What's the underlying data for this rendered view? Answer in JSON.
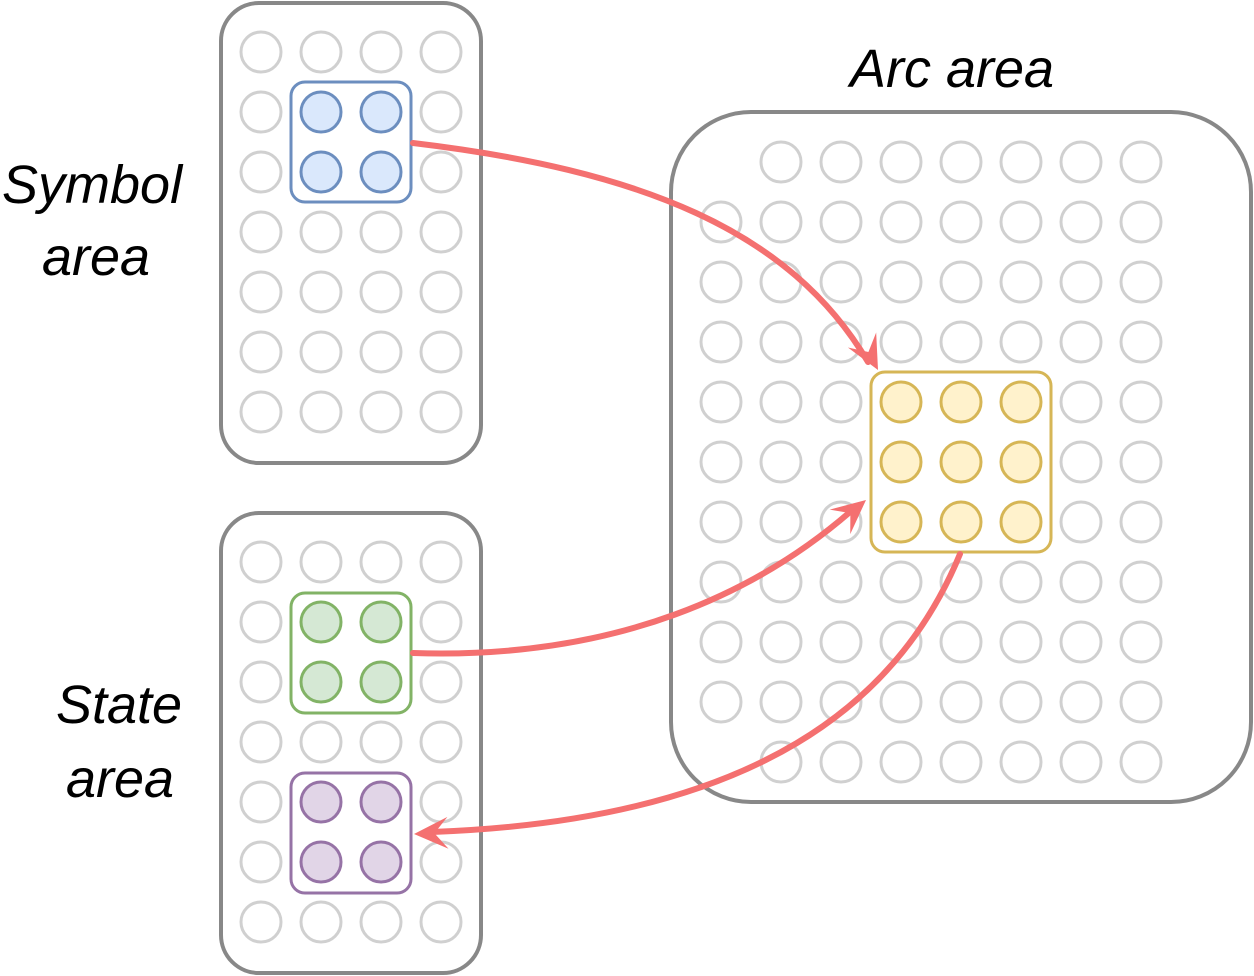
{
  "labels": {
    "symbol_line1": "Symbol",
    "symbol_line2": "area",
    "state_line1": "State",
    "state_line2": "area",
    "arc": "Arc area"
  },
  "colors": {
    "panel_border": "#888888",
    "grid_circle": "#d0d0d0",
    "arrow": "#f47070",
    "blue_fill": "#dae8fc",
    "blue_stroke": "#6c8ebf",
    "green_fill": "#d5e8d4",
    "green_stroke": "#82b366",
    "purple_fill": "#e1d5e7",
    "purple_stroke": "#9673a6",
    "yellow_fill": "#fff2cc",
    "yellow_stroke": "#d6b656"
  },
  "panels": [
    {
      "name": "symbol-area-panel",
      "cols": 4,
      "rows": 7
    },
    {
      "name": "state-area-panel",
      "cols": 4,
      "rows": 7
    },
    {
      "name": "arc-area-panel",
      "cols": 8,
      "rows": 11,
      "corner_rows_short": true
    }
  ],
  "highlights": [
    {
      "name": "symbol-highlight",
      "panel": "symbol",
      "cols": 2,
      "rows": 2,
      "color": "blue"
    },
    {
      "name": "state-highlight-green",
      "panel": "state",
      "cols": 2,
      "rows": 2,
      "color": "green"
    },
    {
      "name": "state-highlight-purple",
      "panel": "state",
      "cols": 2,
      "rows": 2,
      "color": "purple"
    },
    {
      "name": "arc-highlight",
      "panel": "arc",
      "cols": 3,
      "rows": 3,
      "color": "yellow"
    }
  ],
  "arrows": [
    {
      "name": "arrow-symbol-to-arc",
      "from": "symbol-highlight",
      "to": "arc-highlight"
    },
    {
      "name": "arrow-state-to-arc",
      "from": "state-highlight-green",
      "to": "arc-highlight"
    },
    {
      "name": "arrow-arc-to-state",
      "from": "arc-highlight",
      "to": "state-highlight-purple"
    }
  ]
}
